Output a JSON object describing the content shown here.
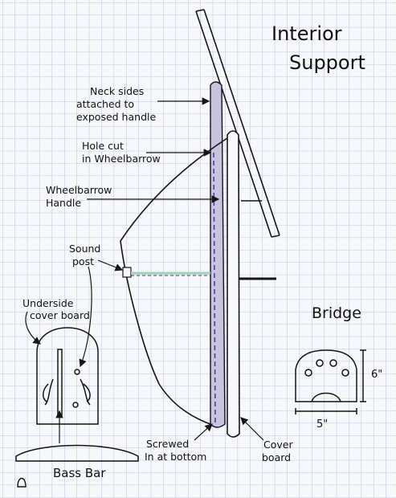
{
  "title_line1": "Interior",
  "title_line2": "Support",
  "labels": {
    "neck_sides": [
      "Neck sides",
      "attached to",
      "exposed handle"
    ],
    "hole_cut": [
      "Hole cut",
      "in Wheelbarrow"
    ],
    "wheelbarrow_handle": [
      "Wheelbarrow",
      "Handle"
    ],
    "sound_post": [
      "Sound",
      "post"
    ],
    "underside_cover_board": [
      "Underside",
      "cover board"
    ],
    "bass_bar": "Bass Bar",
    "screwed": [
      "Screwed",
      "In at bottom"
    ],
    "cover_board": [
      "Cover",
      "board"
    ],
    "bridge": "Bridge",
    "bridge_height": "6\"",
    "bridge_width": "5\""
  },
  "colors": {
    "grid": "#a9b4d6",
    "ink": "#151515",
    "neck_fill": "#c9c3df",
    "dash": "#3a3f9a",
    "sound_post": "#9fd3b8"
  }
}
